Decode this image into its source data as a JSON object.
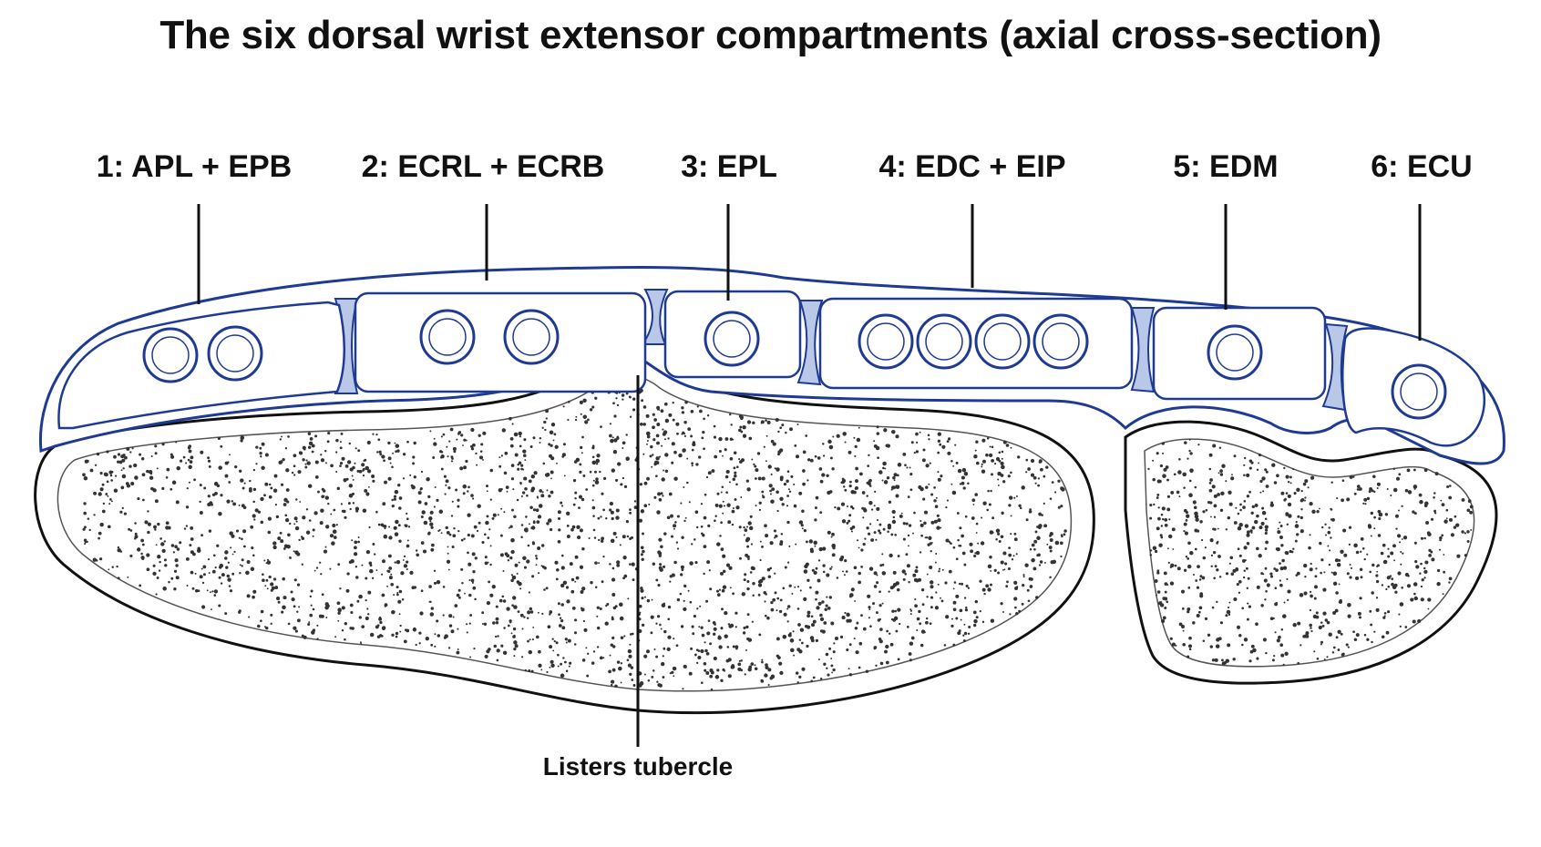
{
  "title": "The six dorsal wrist extensor compartments (axial cross-section)",
  "compartments": [
    {
      "label": "1: APL + EPB",
      "tendons": 2
    },
    {
      "label": "2: ECRL + ECRB",
      "tendons": 2
    },
    {
      "label": "3: EPL",
      "tendons": 1
    },
    {
      "label": "4: EDC + EIP",
      "tendons": 4
    },
    {
      "label": "5: EDM",
      "tendons": 1
    },
    {
      "label": "6: ECU",
      "tendons": 1
    }
  ],
  "landmark": {
    "label": "Listers tubercle"
  },
  "colors": {
    "retinaculum": "#1f3a93",
    "septum_fill": "#b9c8e6",
    "bone_outline": "#111111",
    "bone_stipple": "#333333",
    "text": "#111111"
  }
}
